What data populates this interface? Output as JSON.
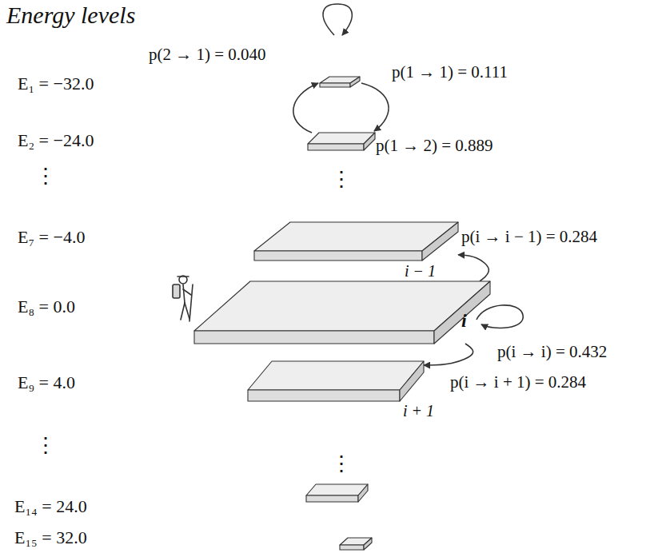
{
  "diagram": {
    "title": "Energy levels",
    "nodes": [
      {
        "text": [
          "i − 1"
        ]
      },
      {
        "text": [
          "i"
        ]
      },
      {
        "text": [
          "i + 1"
        ]
      }
    ],
    "edges": [
      {
        "from": 1,
        "to": 0,
        "arrow": "to",
        "label": "p(i → i − 1) = 0.284"
      },
      {
        "from": 1,
        "to": 2,
        "arrow": "to",
        "label": "p(i → i + 1) = 0.284"
      }
    ],
    "labels": [
      "E₁ = −32.0",
      "E₂ = −24.0",
      "⋮",
      "E₇ = −4.0",
      "E₈ = 0.0",
      "E₉ = 4.0",
      "⋮",
      "E₁₄ = 24.0",
      "E₁₅ = 32.0",
      "p(2 → 1) = 0.040",
      "p(1 → 1) = 0.111",
      "p(1 → 2) = 0.889",
      "⋮",
      "⋮",
      "p(i → i) = 0.432"
    ]
  }
}
